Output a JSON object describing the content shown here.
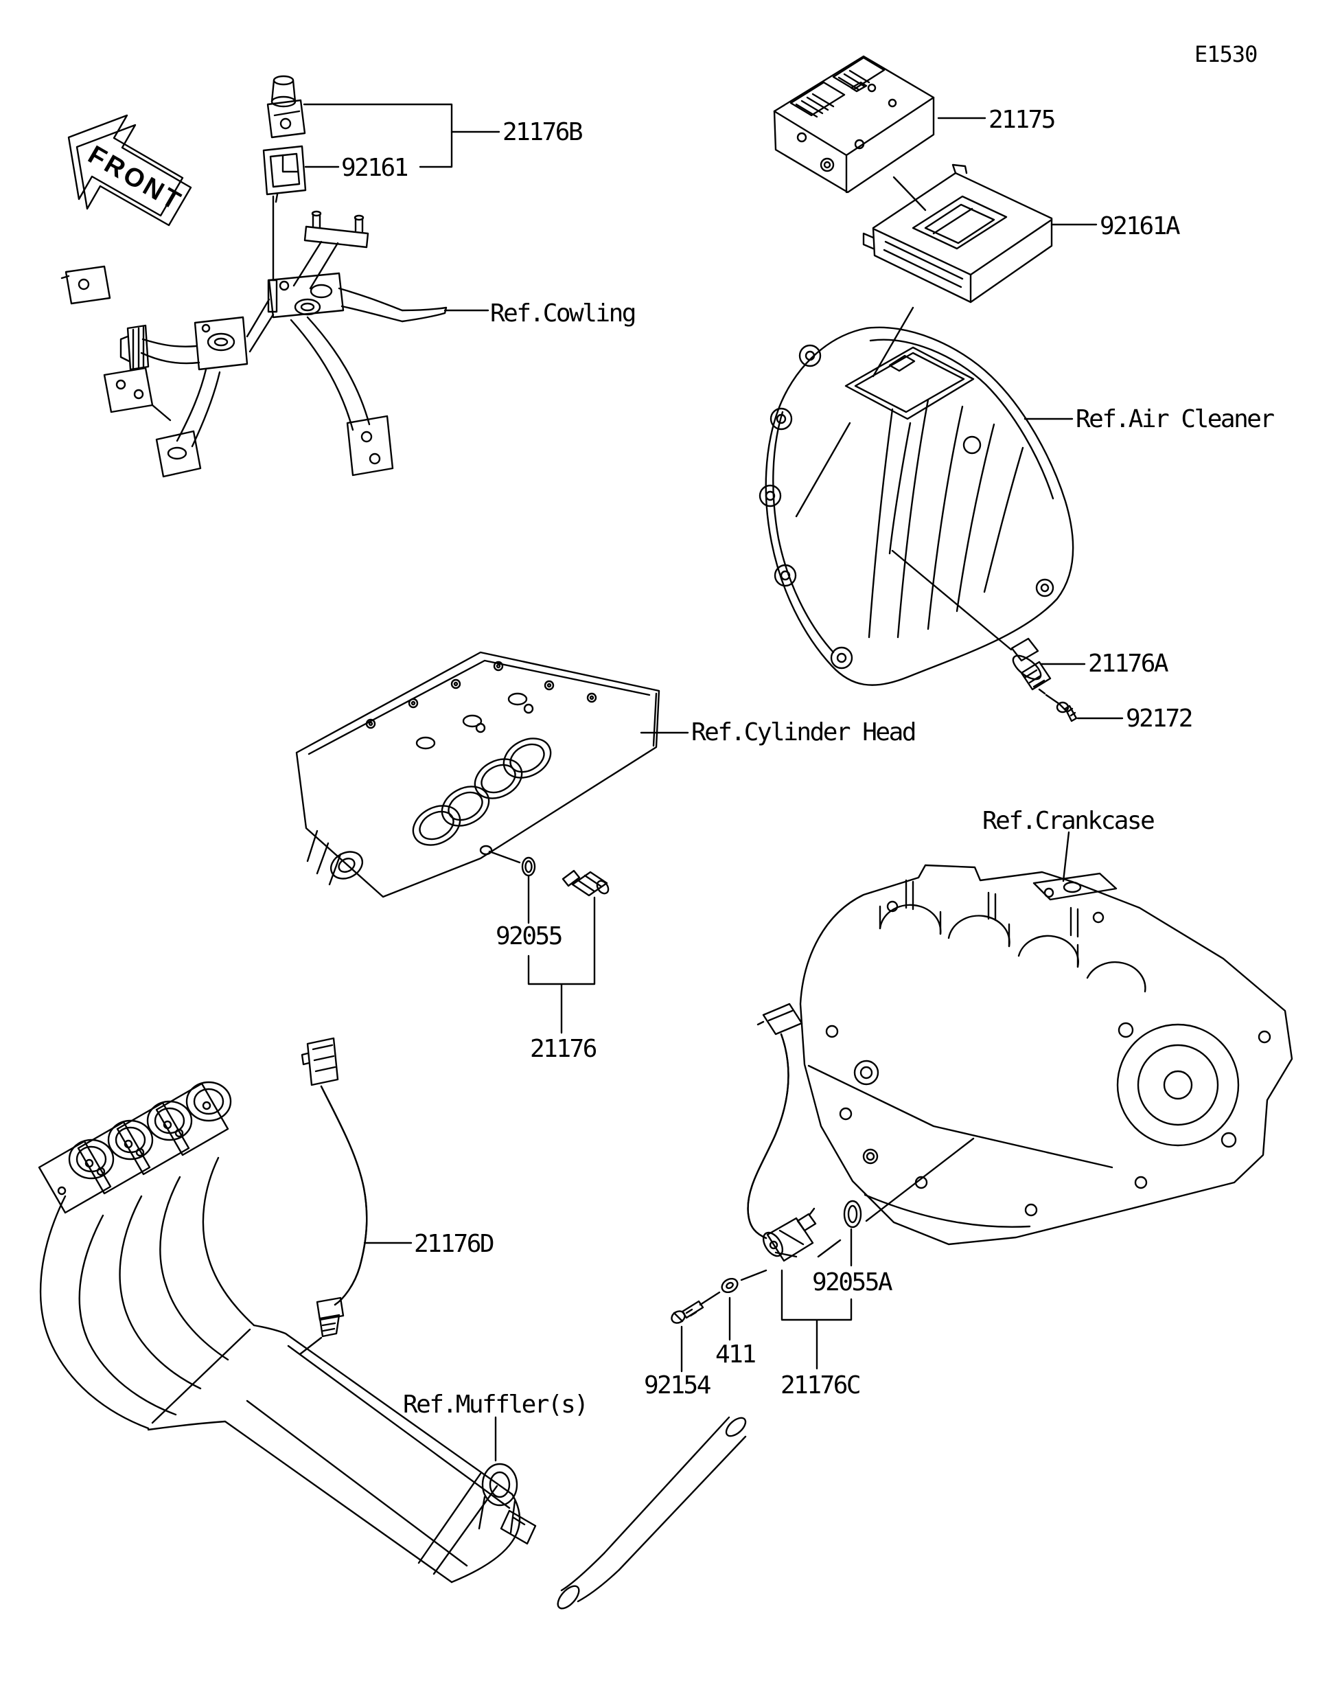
{
  "page": {
    "diagram_code": "E1530",
    "front_arrow_label": "FRONT",
    "background_color": "#ffffff",
    "line_color": "#000000"
  },
  "callouts": {
    "p21176B": "21176B",
    "p92161": "92161",
    "refCowling": "Ref.Cowling",
    "p21175": "21175",
    "p92161A": "92161A",
    "refAirCleaner": "Ref.Air Cleaner",
    "p21176A": "21176A",
    "p92172": "92172",
    "refCylinderHead": "Ref.Cylinder Head",
    "p92055": "92055",
    "p21176": "21176",
    "refCrankcase": "Ref.Crankcase",
    "p21176D": "21176D",
    "p92055A": "92055A",
    "p411": "411",
    "p92154": "92154",
    "p21176C": "21176C",
    "refMuffler": "Ref.Muffler(s)"
  }
}
